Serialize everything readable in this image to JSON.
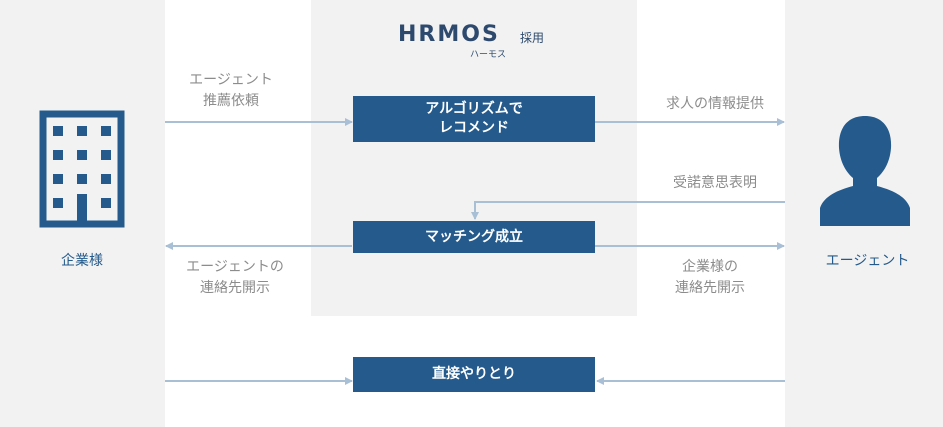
{
  "logo": {
    "name": "HRMOS",
    "suffix": "採用",
    "kana": "ハーモス"
  },
  "parties": {
    "company": "企業様",
    "agent": "エージェント"
  },
  "steps": {
    "algorithm": [
      "アルゴリズムで",
      "レコメンド"
    ],
    "matching": "マッチング成立",
    "direct": "直接やりとり"
  },
  "arrows": {
    "agent_request": [
      "エージェント",
      "推薦依頼"
    ],
    "job_info": "求人の情報提供",
    "acceptance": "受諾意思表明",
    "agent_contact": [
      "エージェントの",
      "連絡先開示"
    ],
    "company_contact": [
      "企業様の",
      "連絡先開示"
    ]
  },
  "colors": {
    "box": "#245a8c",
    "arrow": "#a9bfd6",
    "panel": "#f2f2f2",
    "label": "#8c8c8c"
  }
}
